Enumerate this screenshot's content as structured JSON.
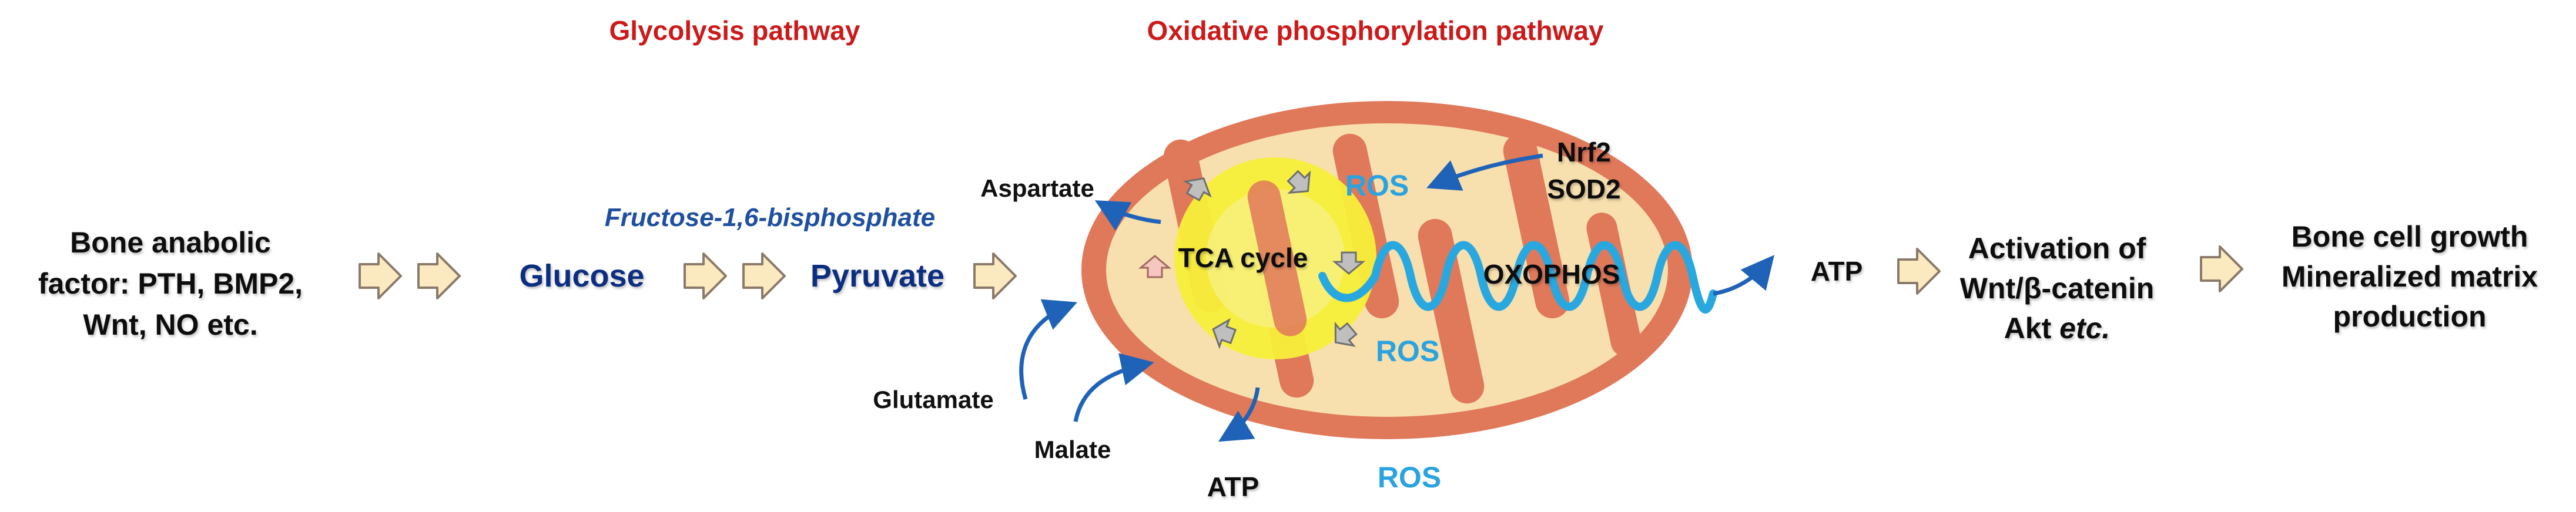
{
  "headers": {
    "glycolysis": "Glycolysis pathway",
    "oxphos": "Oxidative phosphorylation pathway"
  },
  "left_factor": {
    "line1": "Bone anabolic",
    "line2": "factor: PTH, BMP2,",
    "line3": "Wnt, NO etc."
  },
  "glycolysis": {
    "fructose": "Fructose-1,6-bisphosphate",
    "glucose": "Glucose",
    "pyruvate": "Pyruvate"
  },
  "mitochondrion": {
    "tca": "TCA cycle",
    "oxphos": "OXOPHOS",
    "ros_top": "ROS",
    "ros_mid": "ROS",
    "ros_bottom": "ROS",
    "nrf2": "Nrf2",
    "sod2": "SOD2",
    "aspartate": "Aspartate",
    "glutamate": "Glutamate",
    "malate": "Malate",
    "atp_bottom": "ATP",
    "atp_right": "ATP"
  },
  "activation": {
    "line1": "Activation of",
    "line2_prefix": "Wnt/",
    "line2_beta": "β",
    "line2_suffix": "-catenin",
    "line3_prefix": "Akt ",
    "line3_italic": "etc."
  },
  "outcome": {
    "line1": "Bone cell growth",
    "line2": "Mineralized matrix",
    "line3": "production"
  },
  "colors": {
    "header_red": "#cc1a1a",
    "glycolysis_blue": "#0d2f80",
    "ros_blue": "#2aa3e0",
    "arrow_blue": "#1e63b8",
    "membrane_orange": "#e0785a",
    "matrix_cream": "#f7dfae",
    "tca_yellow": "#f7ef3a",
    "block_arrow_fill": "#fbeac0"
  }
}
